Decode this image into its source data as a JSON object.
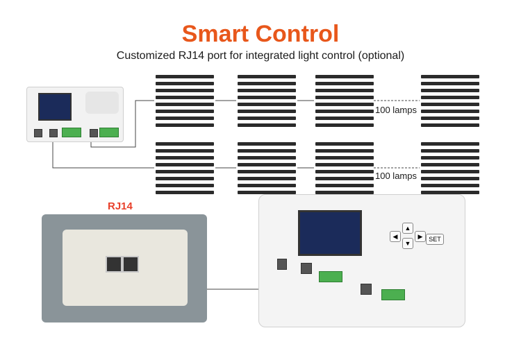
{
  "title": "Smart Control",
  "subtitle": "Customized RJ14 port for integrated light control (optional)",
  "lamp_count_labels": [
    "100 lamps",
    "100 lamps"
  ],
  "rj14_label": "RJ14",
  "controller": {
    "set_button_label": "SET"
  },
  "colors": {
    "title": "#e8571b",
    "rj14_label": "#e8402b",
    "terminal": "#4caf50"
  }
}
